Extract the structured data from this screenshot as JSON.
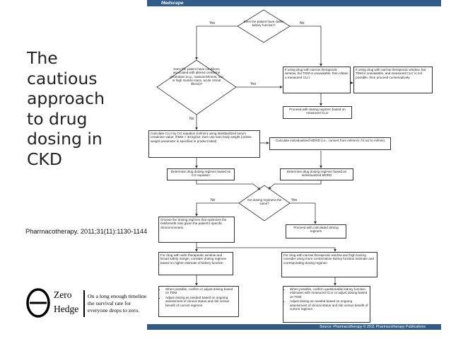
{
  "slide": {
    "title_lines": [
      "The",
      "cautious",
      "approach",
      "to drug",
      "dosing in",
      "CKD"
    ],
    "citation": "Pharmacotherapy. 2011;31(11):1130-1144."
  },
  "logo": {
    "word1": "Zero",
    "word2": "Hedge",
    "tag1": "On a long enough timeline",
    "tag2": "the survival rate for",
    "tag3": "everyone drops to zero."
  },
  "flowchart": {
    "header": "Medscape",
    "footer": "Source: Pharmacotherapy © 2011 Pharmacotherapy Publications",
    "d1": "Does the patient have stable kidney function?",
    "d2": "Does the patient have conditions associated with altered creatinine generation (e.g., malnourishment, low or high muscle mass, acute critical illness)?",
    "d3": "Are dosing regimens the same?",
    "yes": "Yes",
    "no": "No",
    "b_tdm": "If using drug with narrow therapeutic window, but TDM is unavailable, then obtain a measured CLcr",
    "b_conservative": "If using drug with narrow therapeutic window, but TDM is unavailable, and measured CLcr is not possible, then proceed conservatively",
    "b_measured": "Proceed with dosing regimen based on measured CLcr",
    "b_cg": "Calculate CLcr by CG equation (ml/min) using standardized serum creatinine value; if BMI > 30 kg/m2, then use lean body weight (unless weight parameter is specified in product label)",
    "b_mdrd": "Calculate individualized MDRD (i.e., convert from ml/min/1.73 m2 to ml/min)",
    "b_det_cg": "Determine drug dosing regimen based on CG equation",
    "b_det_mdrd": "Determine drug dosing regimen based on individualized MDRD",
    "b_choose": "Choose the dosing regimen that optimizes the risk/benefit ratio given the patient's specific clinical scenario",
    "b_proceed_calc": "Proceed with calculated dosing regimen",
    "b_wide": "For drug with wide therapeutic window and broad safety margin, consider dosing regimen based on higher estimate of kidney function",
    "b_narrow": "For drug with narrow therapeutic window and high toxicity, consider using more conservative kidney function estimate and corresponding dosing regimen",
    "b_left_bullets": [
      "When possible, confirm or adjust dosing based on TDM",
      "Adjust dosing as needed based on ongoing assessment of clinical status and risk versus benefit of current regimen"
    ],
    "b_right_bullets": [
      "When possible, confirm questionable kidney function estimates with measured CLcr or adjust dosing based on TDM",
      "Adjust dosing as needed based on ongoing assessment of clinical status and risk versus benefit of current regimen"
    ]
  }
}
